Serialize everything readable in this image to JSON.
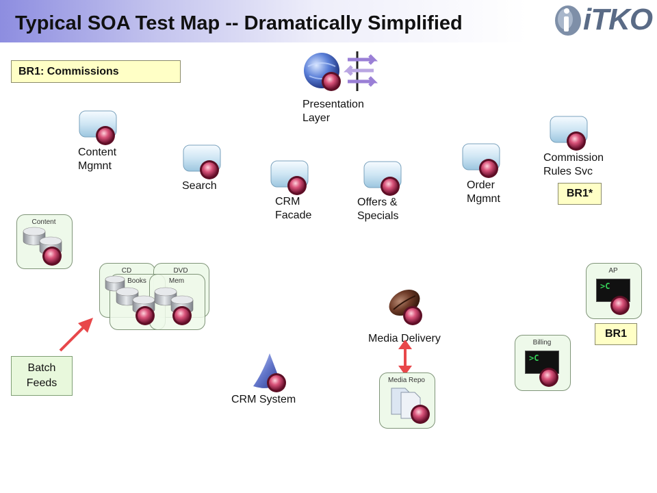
{
  "title": "Typical SOA Test Map -- Dramatically Simplified",
  "logo_text": "iTKO",
  "colors": {
    "header_start": "#8d8de0",
    "service_tile": "#cfe6f4",
    "badge": "#8e2340",
    "note_yellow": "#ffffc6",
    "panel_green": "#eef9ea",
    "arrow_red": "#e8474a"
  },
  "business_rule_box": "BR1: Commissions",
  "presentation": {
    "label": "Presentation\nLayer",
    "icon": "globe-arrows-icon"
  },
  "services": [
    {
      "label": "Content\nMgmnt",
      "icon": "service-tile-icon"
    },
    {
      "label": "Search",
      "icon": "service-tile-icon"
    },
    {
      "label": "CRM\nFacade",
      "icon": "service-tile-icon"
    },
    {
      "label": "Offers &\nSpecials",
      "icon": "service-tile-icon"
    },
    {
      "label": "Order\nMgmnt",
      "icon": "service-tile-icon"
    },
    {
      "label": "Commission\nRules Svc",
      "icon": "service-tile-icon"
    }
  ],
  "br1_star": "BR1*",
  "br1": "BR1",
  "databases": {
    "content": "Content",
    "cd": "CD",
    "dvd": "DVD",
    "books": "Books",
    "mem": "Mem"
  },
  "ap_panel": "AP",
  "billing_panel": "Billing",
  "terminal_prompt": ">C",
  "media_delivery": "Media Delivery",
  "media_repo": "Media Repo",
  "crm_system": "CRM System",
  "batch_feeds": "Batch\nFeeds"
}
